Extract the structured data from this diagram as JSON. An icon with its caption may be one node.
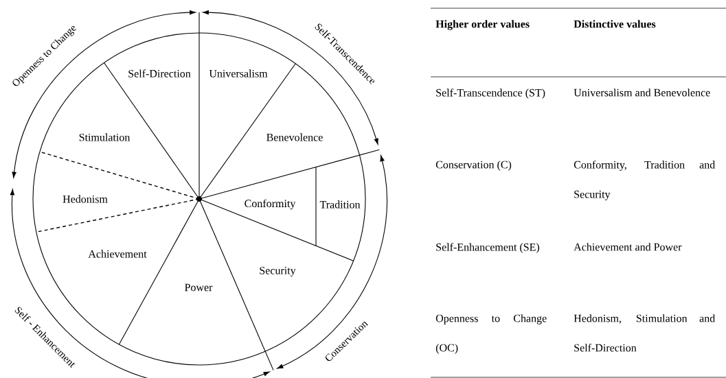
{
  "diagram": {
    "nodes": [
      {
        "text": [
          "Self-Direction"
        ]
      },
      {
        "text": [
          "Universalism"
        ]
      },
      {
        "text": [
          "Stimulation"
        ]
      },
      {
        "text": [
          "Benevolence"
        ]
      },
      {
        "text": [
          "Hedonism"
        ]
      },
      {
        "text": [
          "Conformity"
        ]
      },
      {
        "text": [
          "Tradition"
        ]
      },
      {
        "text": [
          "Achievement"
        ]
      },
      {
        "text": [
          "Security"
        ]
      },
      {
        "text": [
          "Power"
        ]
      }
    ],
    "labels": [
      "Openness to Change",
      "Self-Transcendence",
      "Self - Enhancement",
      "Conservation",
      "Higher order values",
      "Distinctive values",
      "Self-Transcendence (ST)",
      "Universalism and Benevolence",
      "Conservation (C)",
      "Conformity, Tradition and Security",
      "Self-Enhancement (SE)",
      "Achievement and Power",
      "Openness to Change (OC)",
      "Hedonism, Stimulation and Self-Direction"
    ]
  }
}
